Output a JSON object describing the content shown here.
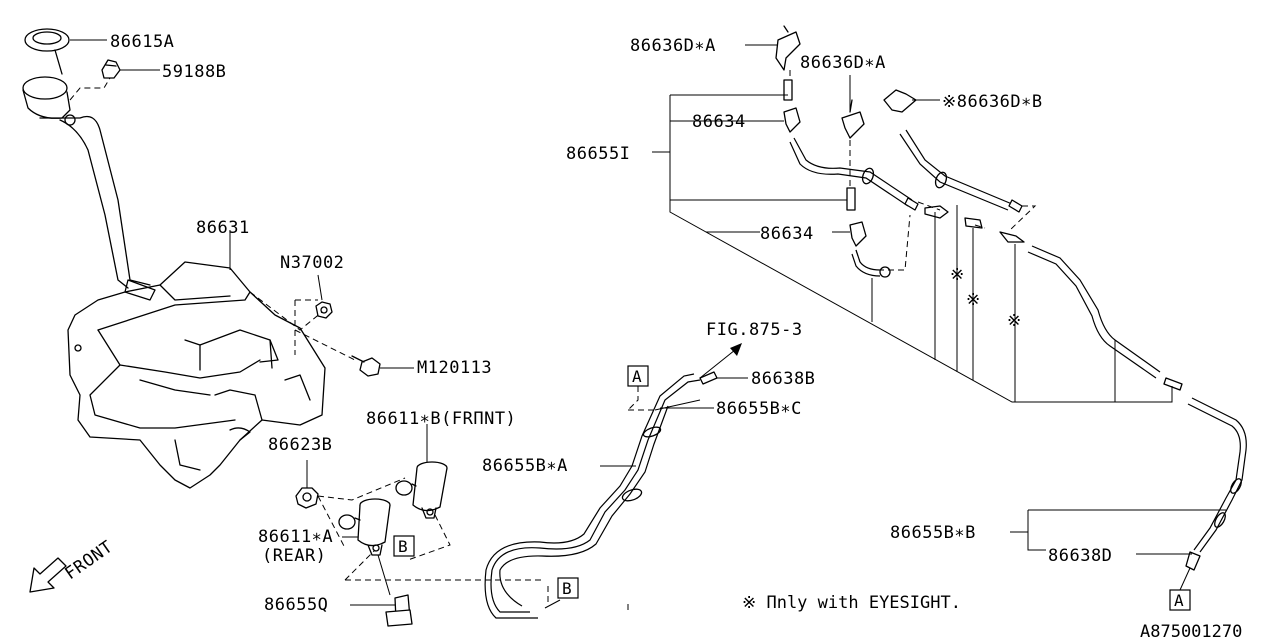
{
  "labels": {
    "p86615A": "86615A",
    "p59188B": "59188B",
    "p86631": "86631",
    "pN37002": "N37002",
    "pM120113": "M120113",
    "p86623B": "86623B",
    "p86611B": "86611∗B(FRΠNT)",
    "p86611A": "86611∗A",
    "p86611A_sub": "(REAR)",
    "p86655Q": "86655Q",
    "pFig": "FIG.875-3",
    "p86638B": "86638B",
    "p86655BC": "86655B∗C",
    "p86655BA": "86655B∗A",
    "p86636DA_1": "86636D∗A",
    "p86636DA_2": "86636D∗A",
    "p86636DB": "※86636D∗B",
    "p86634_1": "86634",
    "p86634_2": "86634",
    "p86655I": "86655I",
    "p86655BB": "86655B∗B",
    "p86638D": "86638D"
  },
  "markers": {
    "front": "FRONT",
    "box_a": "A",
    "box_b": "B",
    "asterisk": "※"
  },
  "footnote": "※ Πnly with EYESIGHT.",
  "diagram_id": "A875001270"
}
